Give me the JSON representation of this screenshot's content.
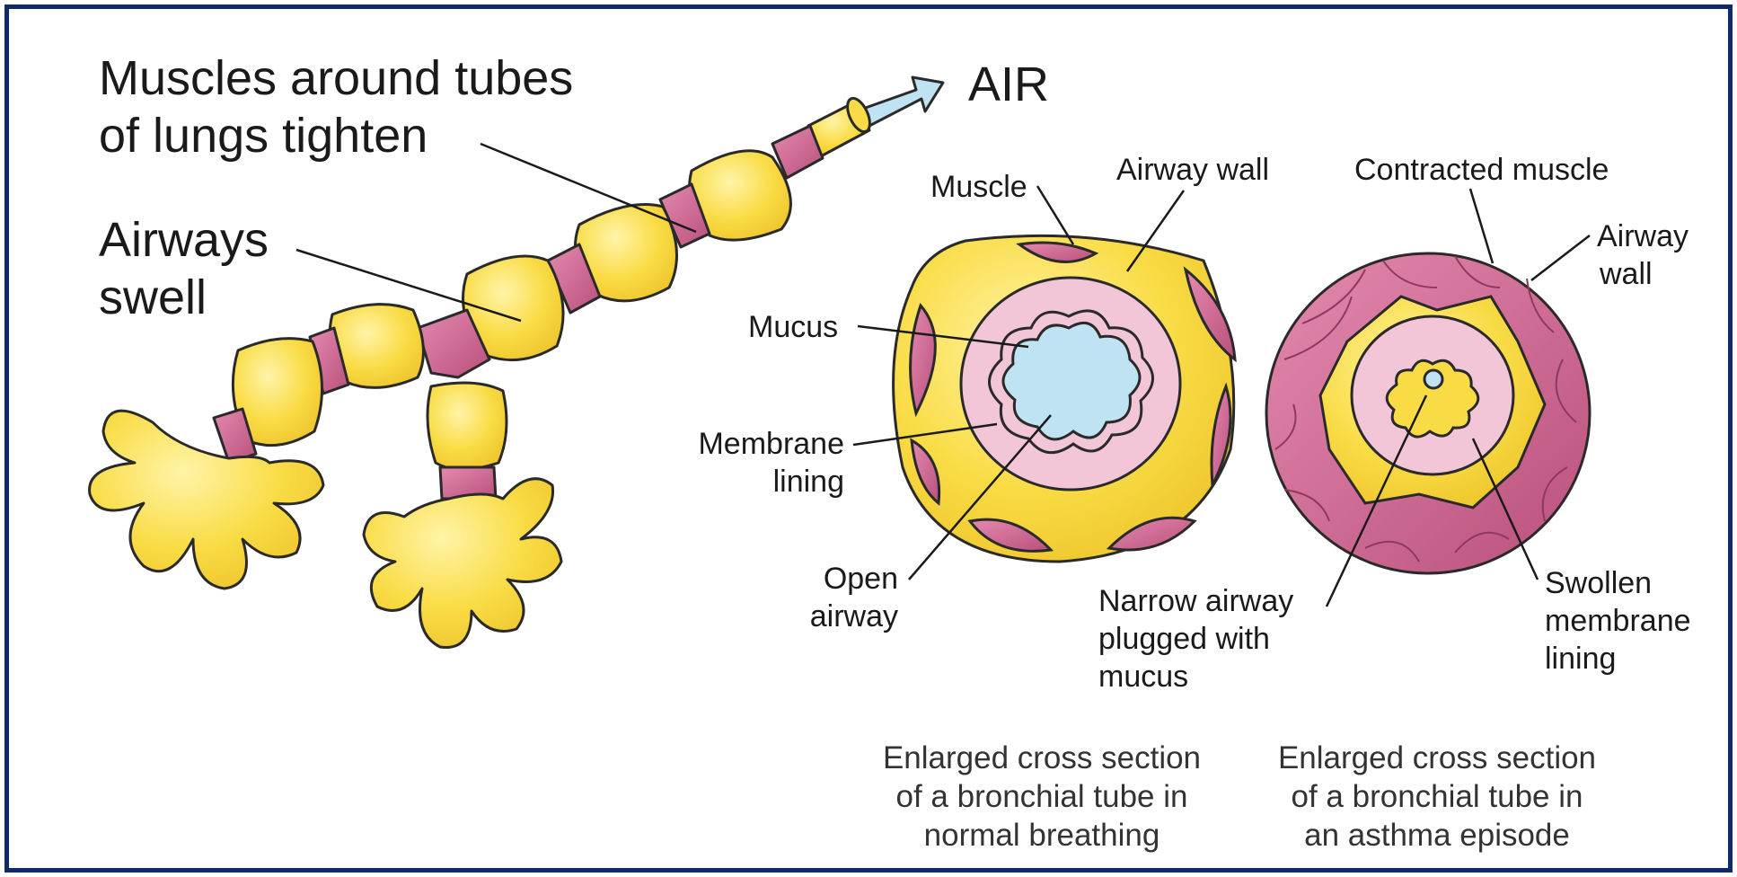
{
  "labels": {
    "muscles_tighten": [
      "Muscles around tubes",
      "of lungs tighten"
    ],
    "airways_swell": [
      "Airways",
      "swell"
    ],
    "air": "AIR",
    "muscle": "Muscle",
    "airway_wall_normal": "Airway wall",
    "mucus": "Mucus",
    "membrane_lining": [
      "Membrane",
      "lining"
    ],
    "open_airway": [
      "Open",
      "airway"
    ],
    "contracted_muscle": "Contracted muscle",
    "airway_wall_asthma": [
      "Airway",
      "wall"
    ],
    "narrow_airway": [
      "Narrow airway",
      "plugged with",
      "mucus"
    ],
    "swollen_membrane": [
      "Swollen",
      "membrane",
      "lining"
    ]
  },
  "captions": {
    "normal": [
      "Enlarged cross section",
      "of a bronchial tube in",
      "normal breathing"
    ],
    "asthma": [
      "Enlarged cross section",
      "of a bronchial tube in",
      "an asthma episode"
    ]
  },
  "colors": {
    "border": "#0e2a6b",
    "tube_yellow": "#f7d63e",
    "muscle_pink": "#cf6a93",
    "membrane_pink": "#f2c6d6",
    "airway_blue": "#bfe3f2"
  }
}
